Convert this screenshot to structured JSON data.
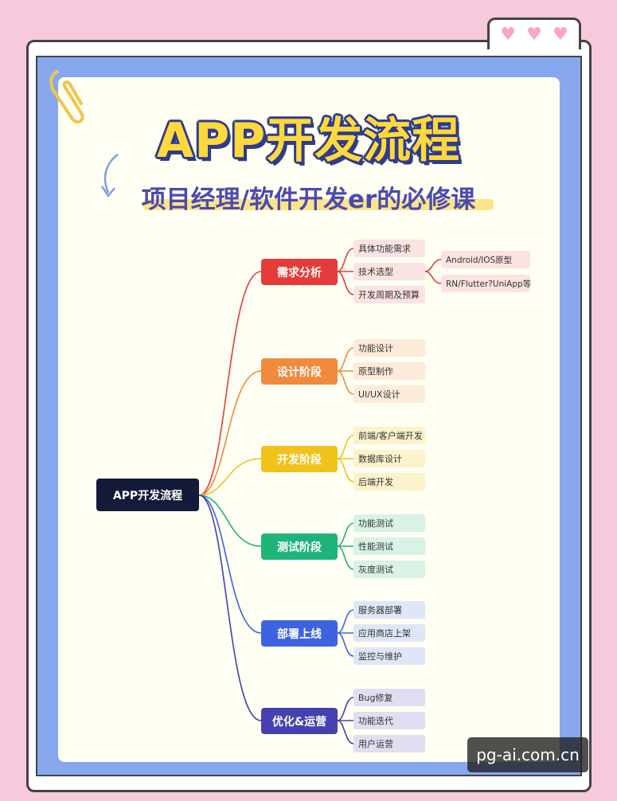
{
  "title": "APP开发流程",
  "subtitle": "项目经理/软件开发er的必修课",
  "watermark": "pg-ai.com.cn",
  "icons": [
    "heart-icon",
    "paperclip-icon",
    "curved-arrow-icon"
  ],
  "mindmap": {
    "root": "APP开发流程",
    "branches": [
      {
        "label": "需求分析",
        "color": "#e63b3b",
        "leaf_bg": "#fbe3e3",
        "children": [
          {
            "label": "具体功能需求"
          },
          {
            "label": "技术选型",
            "children": [
              "Android/IOS原型",
              "RN/Flutter?UniApp等"
            ]
          },
          {
            "label": "开发周期及预算"
          }
        ]
      },
      {
        "label": "设计阶段",
        "color": "#f08a3c",
        "leaf_bg": "#fcebd9",
        "children": [
          {
            "label": "功能设计"
          },
          {
            "label": "原型制作"
          },
          {
            "label": "UI/UX设计"
          }
        ]
      },
      {
        "label": "开发阶段",
        "color": "#f1c21b",
        "leaf_bg": "#fcf2cc",
        "children": [
          {
            "label": "前端/客户端开发"
          },
          {
            "label": "数据库设计"
          },
          {
            "label": "后端开发"
          }
        ]
      },
      {
        "label": "测试阶段",
        "color": "#1fb37c",
        "leaf_bg": "#d9f2e6",
        "children": [
          {
            "label": "功能测试"
          },
          {
            "label": "性能测试"
          },
          {
            "label": "灰度测试"
          }
        ]
      },
      {
        "label": "部署上线",
        "color": "#3d63e0",
        "leaf_bg": "#dfe6f8",
        "children": [
          {
            "label": "服务器部署"
          },
          {
            "label": "应用商店上架"
          },
          {
            "label": "监控与维护"
          }
        ]
      },
      {
        "label": "优化&运营",
        "color": "#4640b0",
        "leaf_bg": "#e1def2",
        "children": [
          {
            "label": "Bug修复"
          },
          {
            "label": "功能迭代"
          },
          {
            "label": "用户运营"
          }
        ]
      }
    ]
  }
}
